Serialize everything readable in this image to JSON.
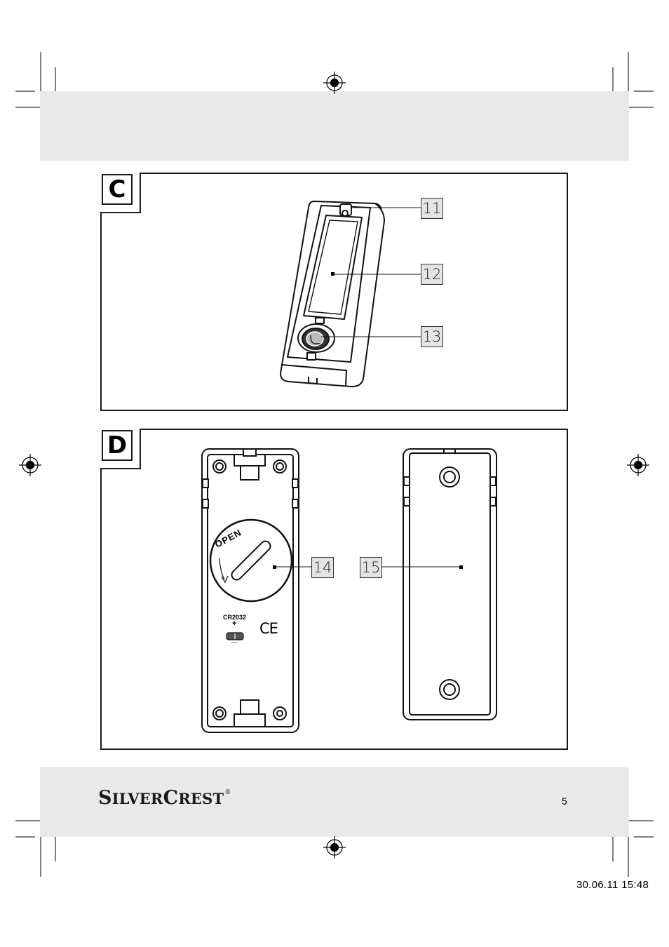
{
  "figures": {
    "c": {
      "label": "C"
    },
    "d": {
      "label": "D"
    }
  },
  "callouts": {
    "c11": "11",
    "c12": "12",
    "c13": "13",
    "c14": "14",
    "c15": "15"
  },
  "device": {
    "battery_type": "CR2032",
    "plus": "+",
    "minus": "—",
    "open_label": "OPEN",
    "ce_mark": "CE"
  },
  "footer": {
    "brand_first_big": "S",
    "brand_first": "ILVER",
    "brand_second_big": "C",
    "brand_second": "REST",
    "registered": "®",
    "page_number": "5",
    "timestamp": "30.06.11   15:48"
  }
}
